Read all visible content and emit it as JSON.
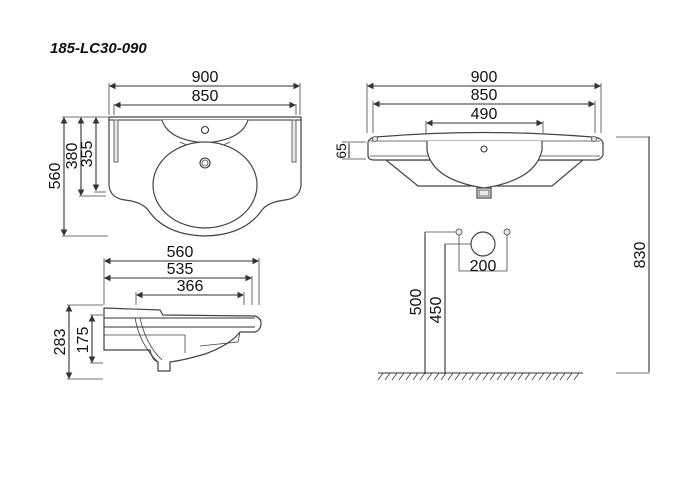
{
  "title": "185-LC30-090",
  "top_view": {
    "width_outer": "900",
    "width_inner": "850",
    "depth_total": "560",
    "depth_380": "380",
    "depth_355": "355"
  },
  "side_view": {
    "length_560": "560",
    "length_535": "535",
    "length_366": "366",
    "height_283": "283",
    "height_175": "175"
  },
  "front_view": {
    "width_outer": "900",
    "width_inner": "850",
    "bowl_width": "490",
    "rim_height": "65",
    "mount_height": "830"
  },
  "installation": {
    "supply_height": "500",
    "drain_height": "450",
    "supply_spacing": "200"
  }
}
